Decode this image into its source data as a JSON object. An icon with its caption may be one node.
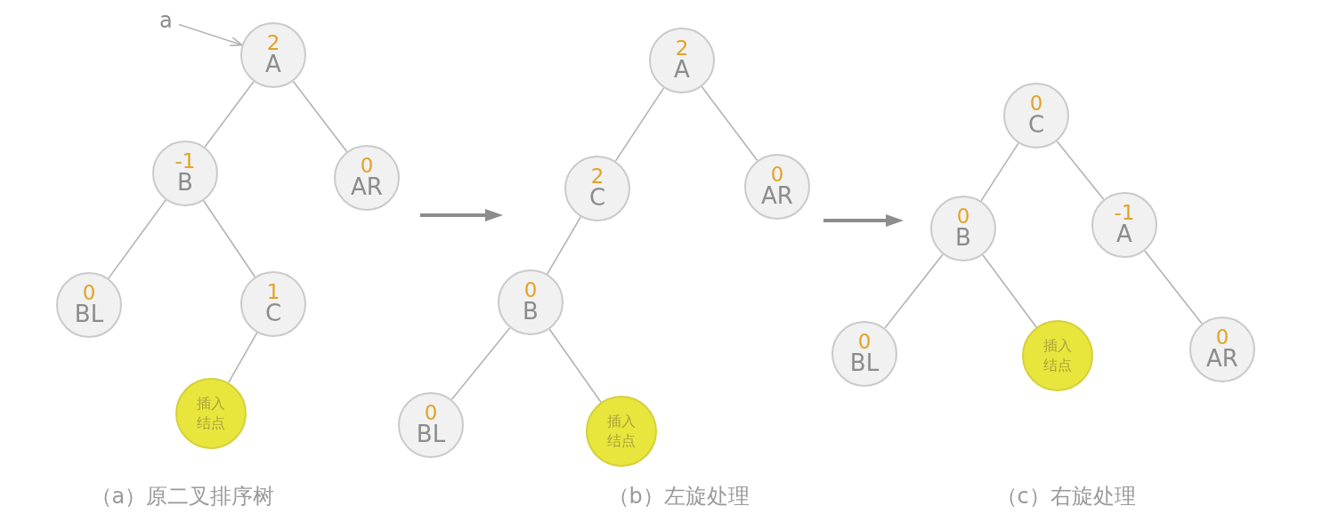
{
  "diagram": {
    "nodes": [
      {
        "text": [
          "a"
        ]
      },
      {
        "text": [
          "2",
          "A"
        ]
      },
      {
        "text": [
          "-1",
          "B"
        ]
      },
      {
        "text": [
          "0",
          "AR"
        ]
      },
      {
        "text": [
          "0",
          "BL"
        ]
      },
      {
        "text": [
          "1",
          "C"
        ]
      },
      {
        "text": [
          "插入结点"
        ]
      },
      {
        "text": [
          "2",
          "A"
        ]
      },
      {
        "text": [
          "2",
          "C"
        ]
      },
      {
        "text": [
          "0",
          "AR"
        ]
      },
      {
        "text": [
          "0",
          "B"
        ]
      },
      {
        "text": [
          "0",
          "BL"
        ]
      },
      {
        "text": [
          "插入结点"
        ]
      },
      {
        "text": [
          "0",
          "C"
        ]
      },
      {
        "text": [
          "0",
          "B"
        ]
      },
      {
        "text": [
          "-1",
          "A"
        ]
      },
      {
        "text": [
          "0",
          "BL"
        ]
      },
      {
        "text": [
          "插入结点"
        ]
      },
      {
        "text": [
          "0",
          "AR"
        ]
      }
    ],
    "edges": [
      {
        "from": 0,
        "to": 1,
        "arrow": "to"
      },
      {
        "from": 1,
        "to": 2,
        "arrow": "none"
      },
      {
        "from": 1,
        "to": 3,
        "arrow": "none"
      },
      {
        "from": 2,
        "to": 4,
        "arrow": "none"
      },
      {
        "from": 2,
        "to": 5,
        "arrow": "none"
      },
      {
        "from": 5,
        "to": 6,
        "arrow": "none"
      },
      {
        "from": 7,
        "to": 8,
        "arrow": "none"
      },
      {
        "from": 7,
        "to": 9,
        "arrow": "none"
      },
      {
        "from": 8,
        "to": 10,
        "arrow": "none"
      },
      {
        "from": 10,
        "to": 11,
        "arrow": "none"
      },
      {
        "from": 10,
        "to": 12,
        "arrow": "none"
      },
      {
        "from": 13,
        "to": 14,
        "arrow": "none"
      },
      {
        "from": 13,
        "to": 15,
        "arrow": "none"
      },
      {
        "from": 14,
        "to": 16,
        "arrow": "none"
      },
      {
        "from": 14,
        "to": 17,
        "arrow": "none"
      },
      {
        "from": 15,
        "to": 18,
        "arrow": "none"
      }
    ],
    "labels": [
      "（a）原二叉排序树",
      "（b）左旋处理",
      "（c）右旋处理"
    ]
  }
}
